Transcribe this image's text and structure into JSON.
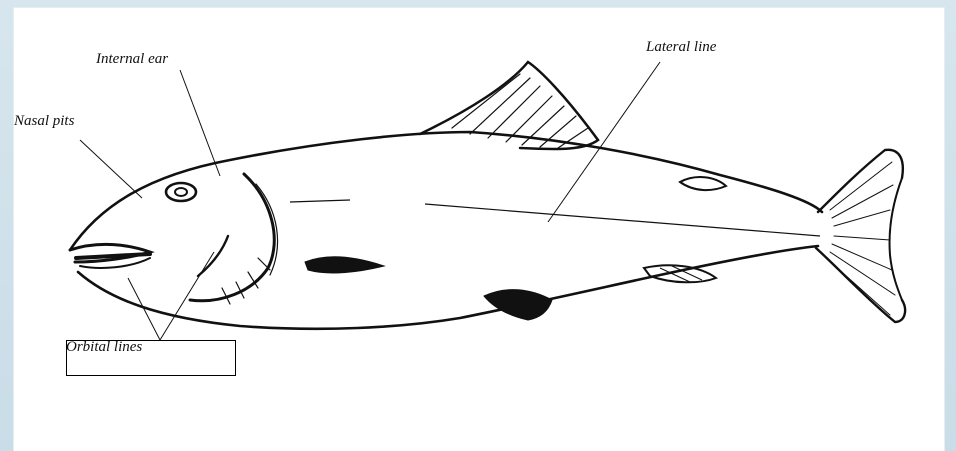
{
  "labels": {
    "nasal_pits": "Nasal pits",
    "internal_ear": "Internal ear",
    "lateral_line": "Lateral line",
    "orbital_lines": "Orbital lines"
  },
  "colors": {
    "background": "#cfe1ea",
    "sheet": "#ffffff",
    "ink": "#111111"
  }
}
